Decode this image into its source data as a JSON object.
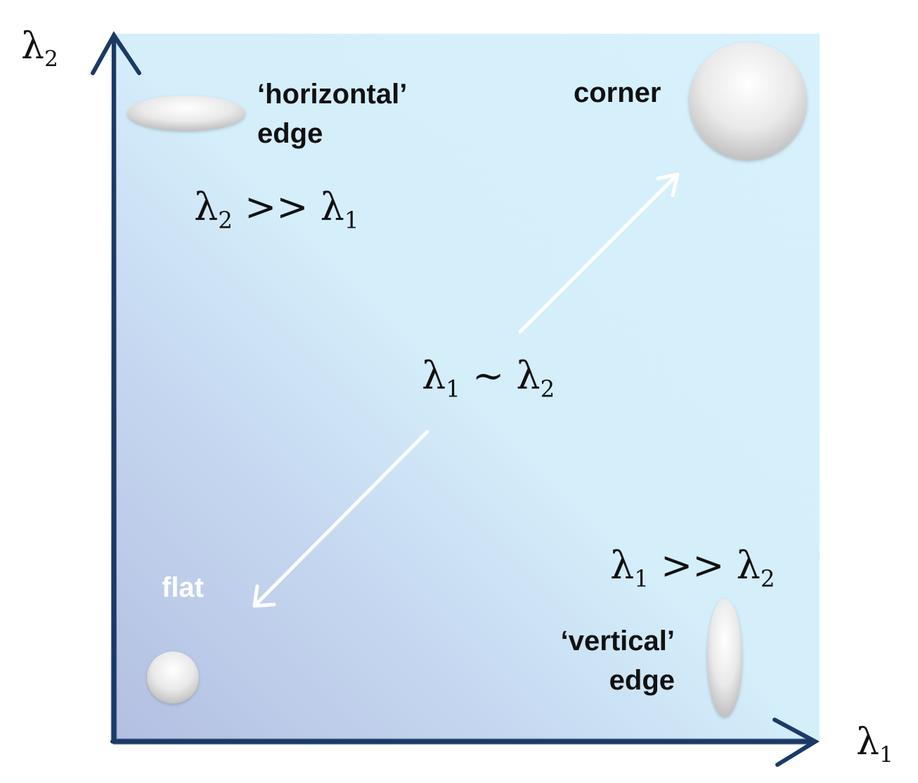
{
  "axes": {
    "x_label": {
      "symbol": "λ",
      "sub": "1"
    },
    "y_label": {
      "symbol": "λ",
      "sub": "2"
    }
  },
  "regions": {
    "horizontal_edge": {
      "line1": "‘horizontal’",
      "line2": "edge"
    },
    "corner": {
      "label": "corner"
    },
    "flat": {
      "label": "flat"
    },
    "vertical_edge": {
      "line1": "‘vertical’",
      "line2": "edge"
    }
  },
  "relations": {
    "horizontal": {
      "a": "λ",
      "a_sub": "2",
      "op": " >> ",
      "b": "λ",
      "b_sub": "1"
    },
    "diagonal": {
      "a": "λ",
      "a_sub": "1",
      "op": " ~ ",
      "b": "λ",
      "b_sub": "2"
    },
    "vertical": {
      "a": "λ",
      "a_sub": "1",
      "op": " >> ",
      "b": "λ",
      "b_sub": "2"
    }
  },
  "colors": {
    "axis": "#1b3a66",
    "arrow": "#ffffff",
    "panel_light": "#d6f1fc",
    "panel_dark": "#b3bfe1"
  }
}
